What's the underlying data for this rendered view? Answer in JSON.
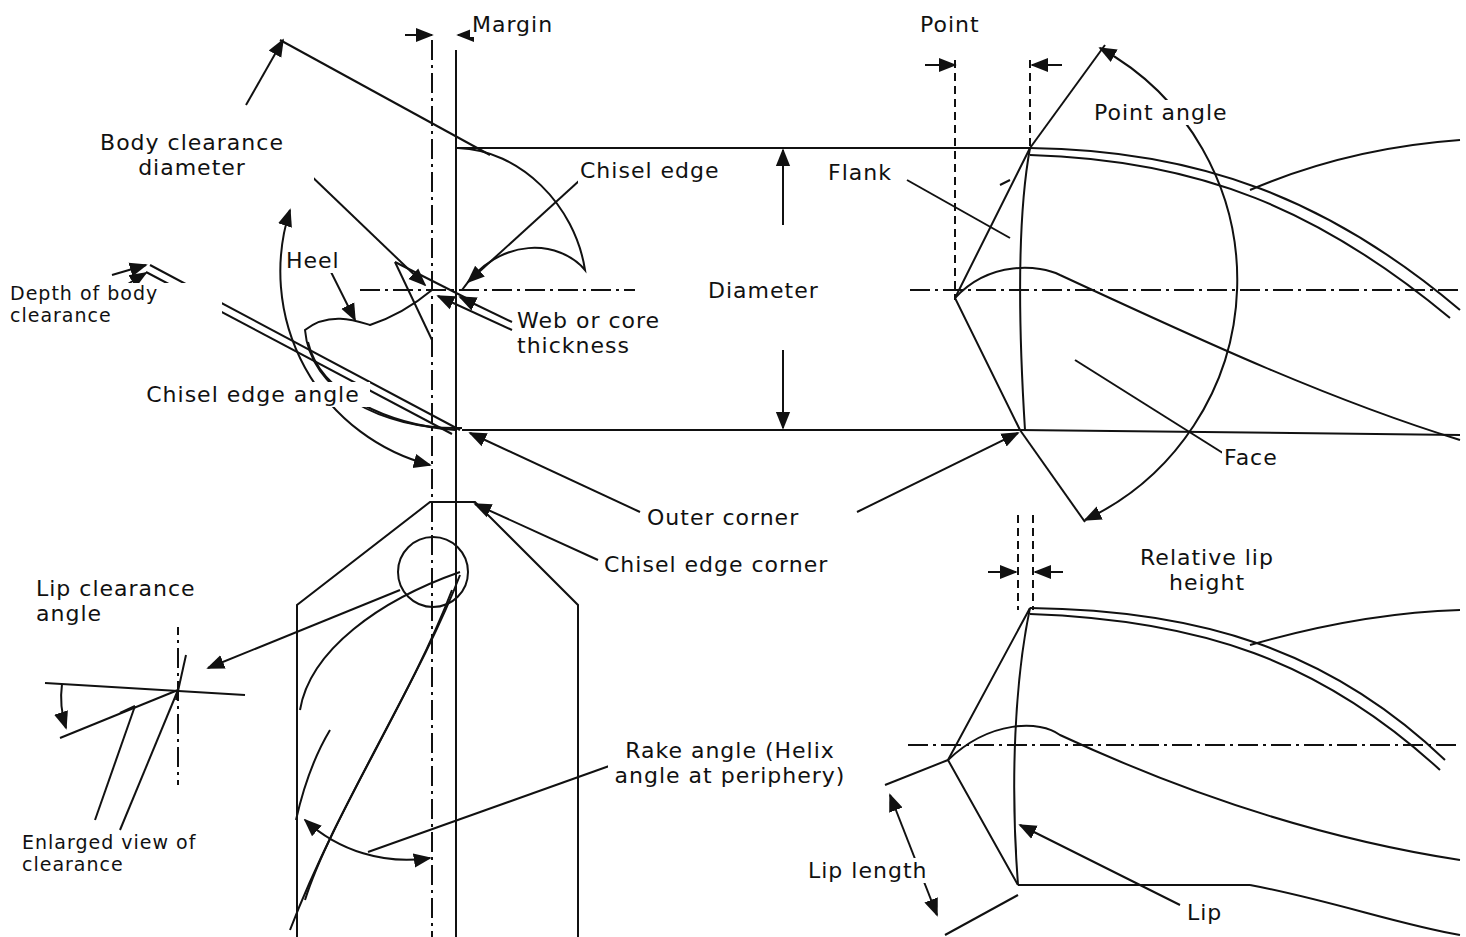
{
  "diagram": {
    "labels": [
      "Margin",
      "Point",
      "Point angle",
      "Body clearance diameter",
      "Chisel edge",
      "Flank",
      "Heel",
      "Diameter",
      "Depth of body clearance",
      "Web or core thickness",
      "Chisel edge angle",
      "Face",
      "Outer corner",
      "Chisel edge corner",
      "Relative lip height",
      "Lip clearance angle",
      "Enlarged view of clearance",
      "Rake angle (Helix angle at periphery)",
      "Lip length",
      "Lip"
    ]
  }
}
